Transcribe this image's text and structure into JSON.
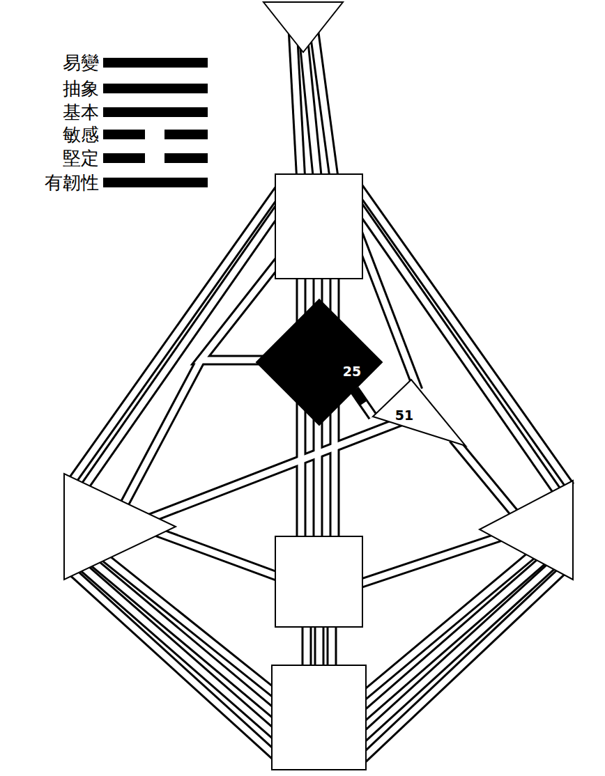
{
  "diagram": {
    "nodes": [
      {
        "text": [
          "25"
        ]
      },
      {
        "text": [
          "51"
        ]
      }
    ],
    "edges": [
      {
        "from": 0,
        "to": 1,
        "arrow": "none"
      }
    ],
    "labels": [
      "易變",
      "抽象",
      "基本",
      "敏感",
      "堅定",
      "有韌性"
    ]
  }
}
